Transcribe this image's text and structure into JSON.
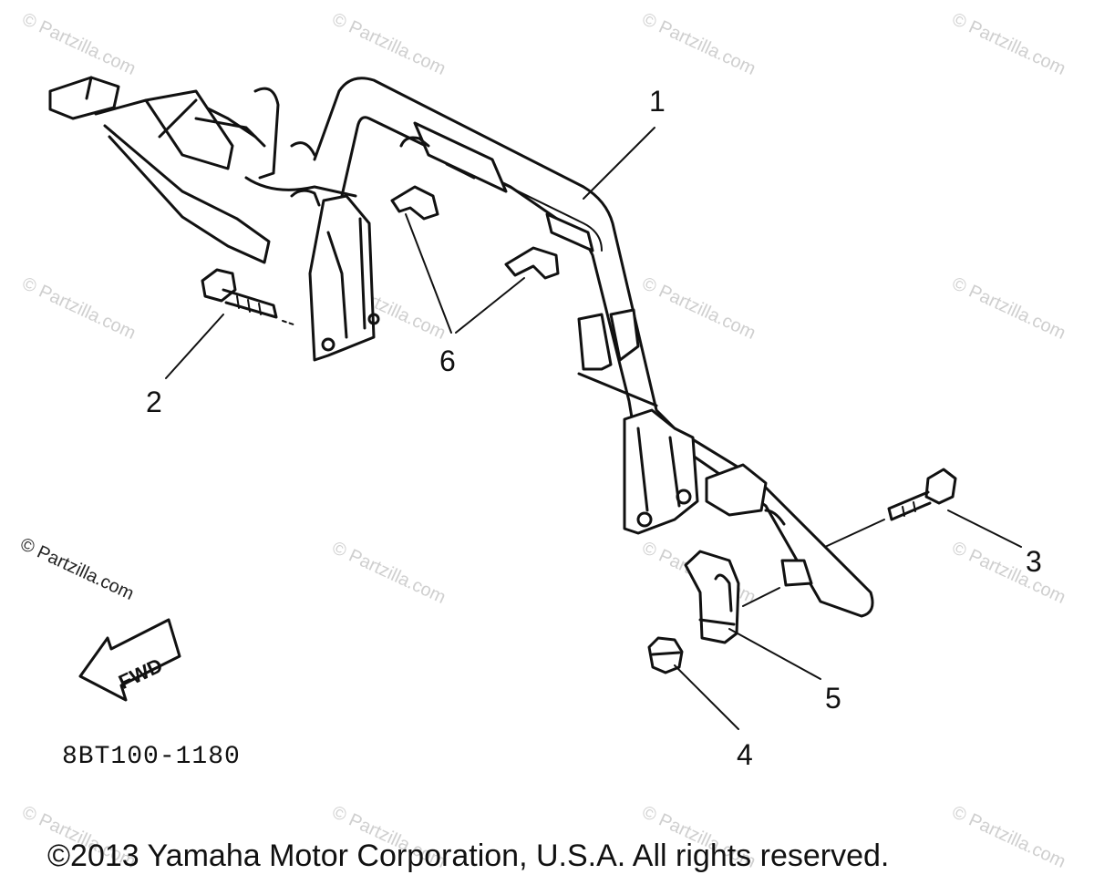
{
  "diagram": {
    "watermark_text": "© Partzilla.com",
    "side_watermark_text": "© Partzilla.com",
    "fwd_label": "FWD",
    "part_code": "8BT100-1180",
    "copyright": "©2013 Yamaha Motor Corporation, U.S.A. All rights reserved.",
    "callouts": {
      "c1": "1",
      "c2": "2",
      "c3": "3",
      "c4": "4",
      "c5": "5",
      "c6": "6"
    }
  }
}
